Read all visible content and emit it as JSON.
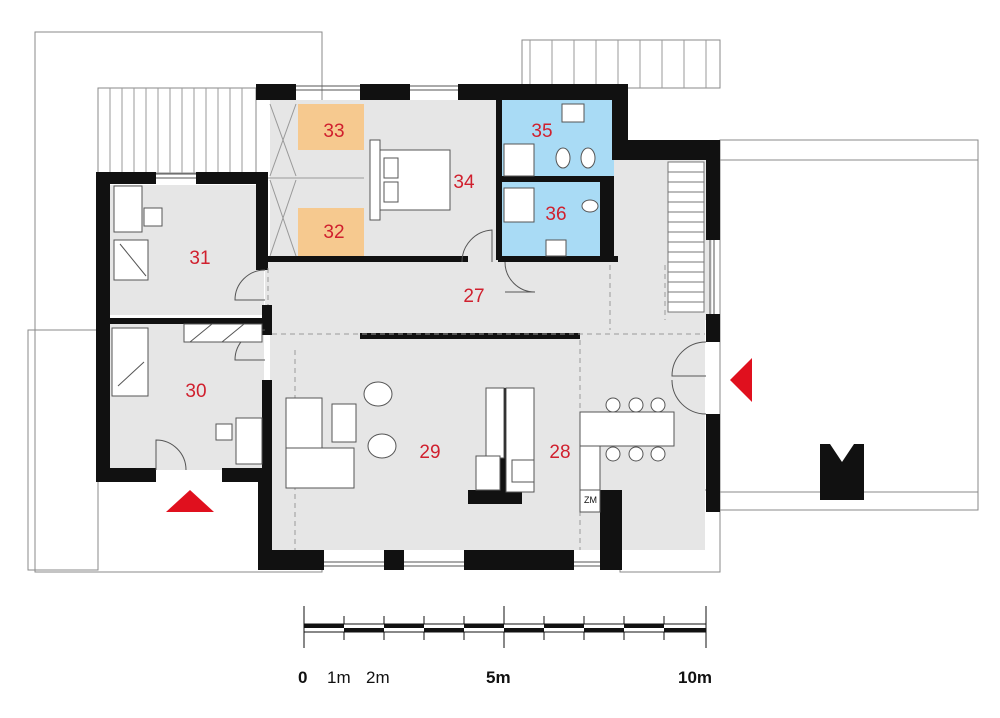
{
  "colors": {
    "wall": "#111111",
    "floor": "#e6e6e6",
    "wardrobe": "#f6c98f",
    "bath": "#a9dbf5",
    "label": "#d0202e",
    "entry_arrow": "#e0101e"
  },
  "rooms": [
    {
      "id": "27",
      "label": "27"
    },
    {
      "id": "28",
      "label": "28"
    },
    {
      "id": "29",
      "label": "29"
    },
    {
      "id": "30",
      "label": "30"
    },
    {
      "id": "31",
      "label": "31"
    },
    {
      "id": "32",
      "label": "32"
    },
    {
      "id": "33",
      "label": "33"
    },
    {
      "id": "34",
      "label": "34"
    },
    {
      "id": "35",
      "label": "35"
    },
    {
      "id": "36",
      "label": "36"
    }
  ],
  "appliance_label": "ZM",
  "scale": {
    "labels": [
      "0",
      "1m",
      "2m",
      "5m",
      "10m"
    ]
  }
}
